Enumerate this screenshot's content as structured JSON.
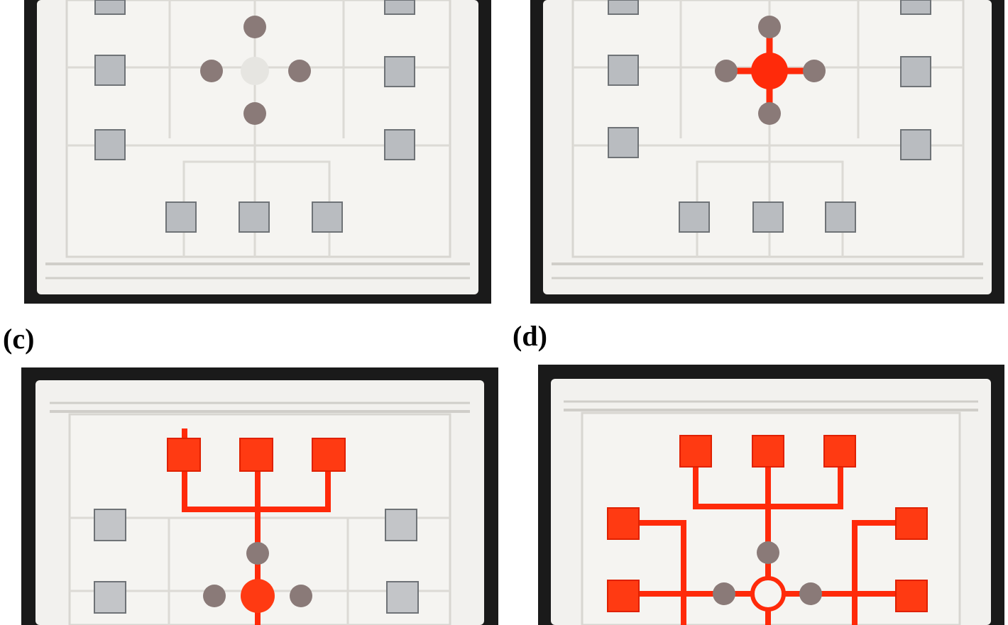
{
  "figure": {
    "panels": [
      {
        "id": "a",
        "label": "",
        "state": "empty",
        "dye_color": "#ff2a0a"
      },
      {
        "id": "b",
        "label": "",
        "state": "center-filled",
        "dye_color": "#ff2a0a"
      },
      {
        "id": "c",
        "label": "(c)",
        "state": "top-branch-filled",
        "dye_color": "#ff2a0a"
      },
      {
        "id": "d",
        "label": "(d)",
        "state": "all-branches-filled",
        "dye_color": "#ff2a0a"
      }
    ]
  },
  "colors": {
    "background": "#ffffff",
    "tray": "#1a1a1a",
    "chip": "#f2f1ee",
    "groove": "#d8d6d1",
    "dye": "#ff2a0a",
    "metal": "#b9bcc0"
  }
}
